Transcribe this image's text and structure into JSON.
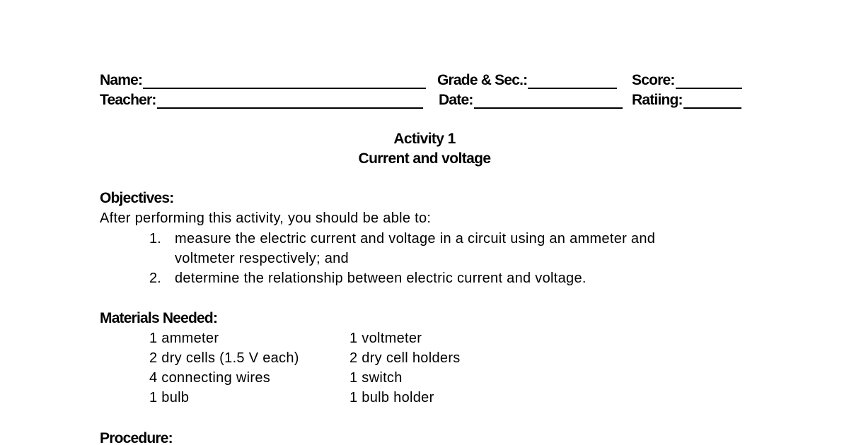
{
  "header": {
    "name_label": "Name:",
    "grade_label": "Grade & Sec.:",
    "score_label": "Score:",
    "teacher_label": "Teacher:",
    "date_label": "Date:",
    "rating_label": "Ratiing:"
  },
  "title": {
    "activity": "Activity 1",
    "subtitle": "Current and voltage"
  },
  "objectives": {
    "heading": "Objectives:",
    "intro": "After performing this activity, you should be able to:",
    "items": [
      {
        "num": "1.",
        "line1": "measure the electric current and voltage in a circuit using an ammeter and",
        "line2": "voltmeter respectively; and"
      },
      {
        "num": "2.",
        "line1": "determine the relationship between electric current and voltage."
      }
    ]
  },
  "materials": {
    "heading": "Materials Needed:",
    "left": [
      "1 ammeter",
      "2 dry cells (1.5 V each)",
      "4 connecting wires",
      "1 bulb"
    ],
    "right": [
      "1 voltmeter",
      "2 dry cell holders",
      "1 switch",
      "1 bulb holder"
    ]
  },
  "procedure": {
    "heading": "Procedure:"
  }
}
